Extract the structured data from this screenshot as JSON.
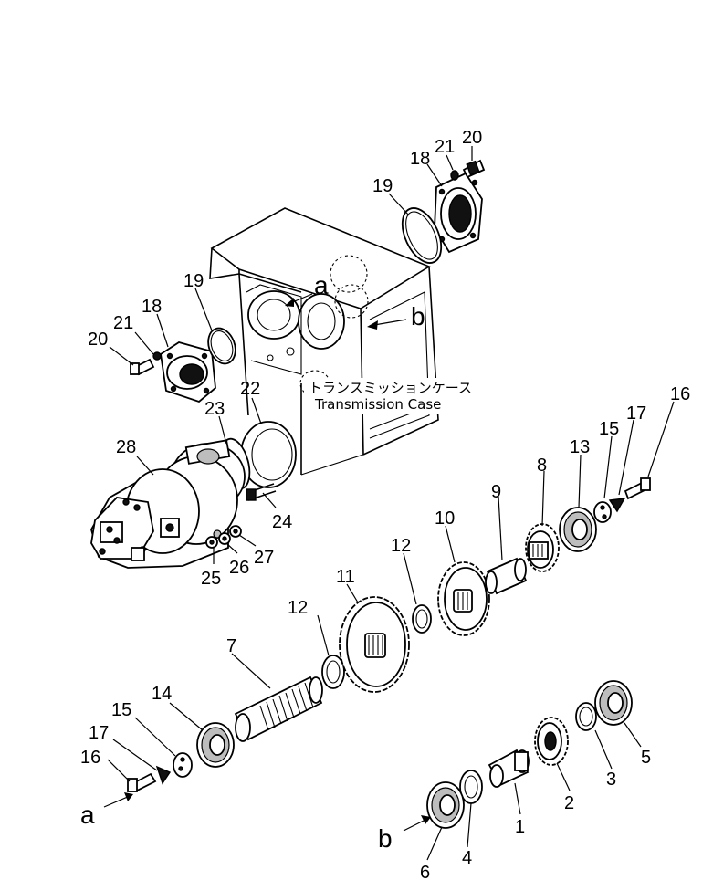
{
  "case_label": {
    "jp": "トランスミッションケース",
    "en": "Transmission Case"
  },
  "ref_labels": {
    "a_top": "a",
    "b_top": "b",
    "a_bottom": "a",
    "b_bottom": "b"
  },
  "callouts": {
    "c1": "1",
    "c2": "2",
    "c3": "3",
    "c4": "4",
    "c5": "5",
    "c6": "6",
    "c7": "7",
    "c8": "8",
    "c9": "9",
    "c10": "10",
    "c11": "11",
    "c12a": "12",
    "c12b": "12",
    "c13": "13",
    "c14": "14",
    "c15a": "15",
    "c15b": "15",
    "c16a": "16",
    "c16b": "16",
    "c17a": "17",
    "c17b": "17",
    "c18a": "18",
    "c18b": "18",
    "c19a": "19",
    "c19b": "19",
    "c20a": "20",
    "c20b": "20",
    "c21a": "21",
    "c21b": "21",
    "c22": "22",
    "c23": "23",
    "c24": "24",
    "c25": "25",
    "c26": "26",
    "c27": "27",
    "c28": "28"
  }
}
